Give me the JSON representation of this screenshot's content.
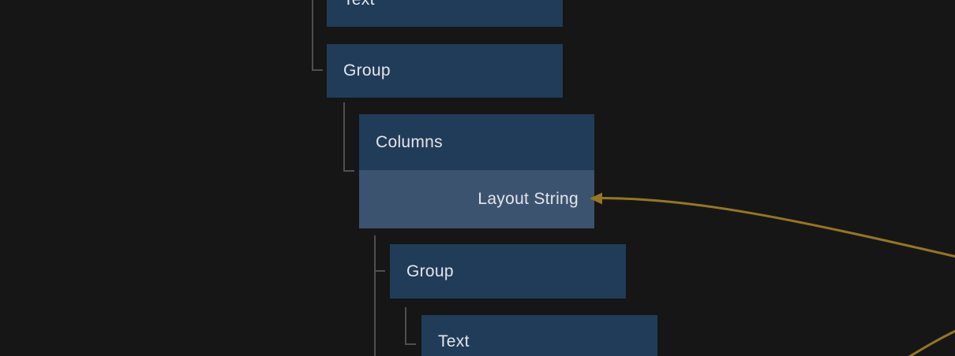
{
  "canvas": {
    "kind": "node-tree-editor",
    "background": "#161616"
  },
  "colors": {
    "background": "#161616",
    "node_fill": "#213c59",
    "port_fill": "#3c5370",
    "label": "#e4e6e9",
    "guide": "#4f4f4f",
    "wire": "#96761f"
  },
  "tree": {
    "nodes": [
      {
        "id": "text-top",
        "label": "Text"
      },
      {
        "id": "group-outer",
        "label": "Group"
      },
      {
        "id": "columns",
        "label": "Columns",
        "port": {
          "label": "Layout String"
        }
      },
      {
        "id": "group-inner",
        "label": "Group"
      },
      {
        "id": "text-bottom",
        "label": "Text"
      }
    ]
  },
  "wires": {
    "color": "#96761f",
    "items": [
      {
        "id": "wire-into-layout-string",
        "arrowhead": "left"
      },
      {
        "id": "wire-bottom-right-fragment"
      }
    ]
  }
}
